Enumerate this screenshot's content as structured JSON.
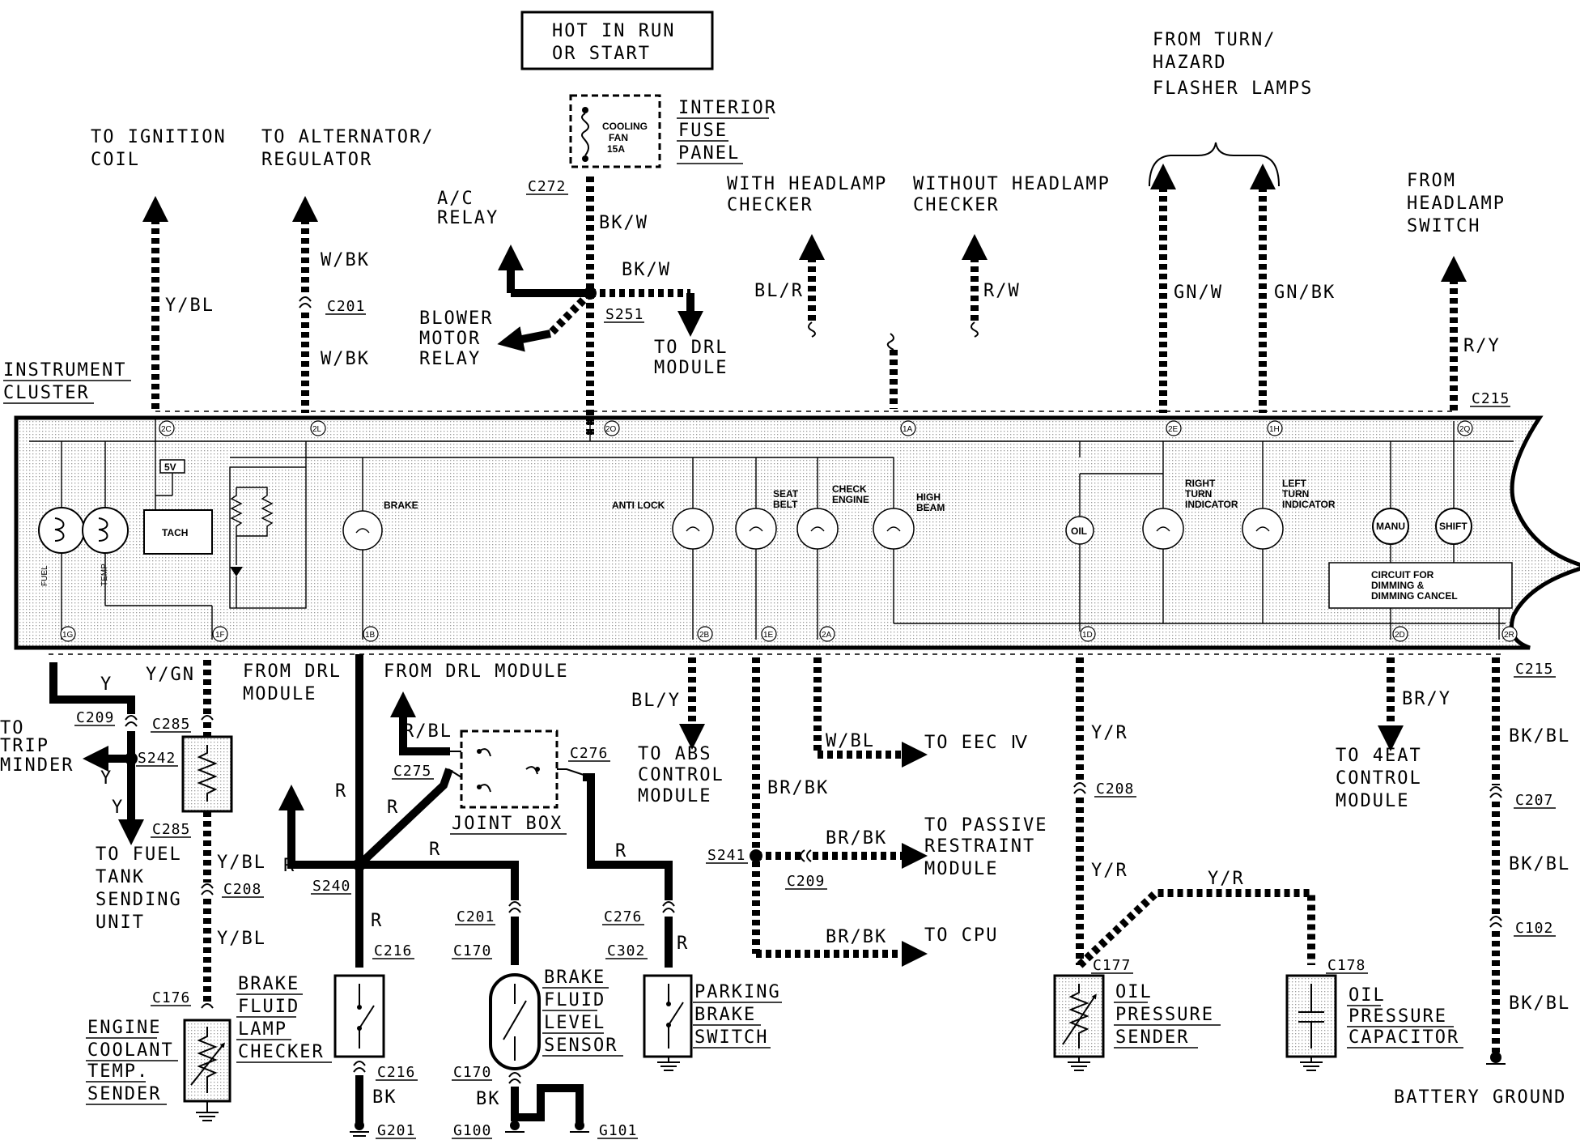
{
  "boxes": {
    "hot_line1": "HOT IN RUN",
    "hot_line2": "OR START",
    "fuse_panel": [
      "INTERIOR",
      "FUSE",
      "PANEL"
    ],
    "fuse_label": [
      "COOLING",
      "FAN",
      "15A"
    ]
  },
  "destinations": {
    "ignition": [
      "TO IGNITION",
      "COIL"
    ],
    "alternator": [
      "TO ALTERNATOR/",
      "REGULATOR"
    ],
    "ac_relay": [
      "A/C",
      "RELAY"
    ],
    "blower": [
      "BLOWER",
      "MOTOR",
      "RELAY"
    ],
    "drl_module": [
      "TO DRL",
      "MODULE"
    ],
    "with_checker": [
      "WITH HEADLAMP",
      "CHECKER"
    ],
    "without_checker": [
      "WITHOUT HEADLAMP",
      "CHECKER"
    ],
    "turn_hazard": [
      "FROM TURN/",
      "HAZARD",
      "FLASHER LAMPS"
    ],
    "headlamp_switch": [
      "FROM",
      "HEADLAMP",
      "SWITCH"
    ],
    "instrument_cluster": [
      "INSTRUMENT",
      "CLUSTER"
    ],
    "trip_minder": [
      "TO",
      "TRIP",
      "MINDER"
    ],
    "fuel_tank": [
      "TO FUEL",
      "TANK",
      "SENDING",
      "UNIT"
    ],
    "from_drl_1": [
      "FROM DRL",
      "MODULE"
    ],
    "from_drl_2": "FROM DRL MODULE",
    "abs": [
      "TO ABS",
      "CONTROL",
      "MODULE"
    ],
    "eec": "TO EEC Ⅳ",
    "passive": [
      "TO PASSIVE",
      "RESTRAINT",
      "MODULE"
    ],
    "cpu": "TO CPU",
    "four_eat": [
      "TO 4EAT",
      "CONTROL",
      "MODULE"
    ],
    "battery_ground": "BATTERY GROUND"
  },
  "components": {
    "joint_box": "JOINT BOX",
    "brake_fluid_checker": [
      "BRAKE",
      "FLUID",
      "LAMP",
      "CHECKER"
    ],
    "engine_coolant": [
      "ENGINE",
      "COOLANT",
      "TEMP.",
      "SENDER"
    ],
    "brake_fluid_sensor": [
      "BRAKE",
      "FLUID",
      "LEVEL",
      "SENSOR"
    ],
    "parking_brake": [
      "PARKING",
      "BRAKE",
      "SWITCH"
    ],
    "oil_sender": [
      "OIL",
      "PRESSURE",
      "SENDER"
    ],
    "oil_capacitor": [
      "OIL",
      "PRESSURE",
      "CAPACITOR"
    ]
  },
  "cluster_labels": {
    "fuel": "FUEL",
    "temp": "TEMP",
    "fivev": "5V",
    "tach": "TACH",
    "brake": "BRAKE",
    "anti_lock": "ANTI LOCK",
    "seat_belt": [
      "SEAT",
      "BELT"
    ],
    "check_engine": [
      "CHECK",
      "ENGINE"
    ],
    "high_beam": [
      "HIGH",
      "BEAM"
    ],
    "oil": "OIL",
    "right_turn": [
      "RIGHT",
      "TURN",
      "INDICATOR"
    ],
    "left_turn": [
      "LEFT",
      "TURN",
      "INDICATOR"
    ],
    "manu": "MANU",
    "shift": "SHIFT",
    "dimming": [
      "CIRCUIT FOR",
      "DIMMING &",
      "DIMMING CANCEL"
    ]
  },
  "pins_top": [
    "2C",
    "2L",
    "2O",
    "1A",
    "2E",
    "1H",
    "2Q"
  ],
  "pins_bottom": [
    "1G",
    "1F",
    "1B",
    "2B",
    "1E",
    "2A",
    "1D",
    "2D",
    "2R"
  ],
  "wire_colors": {
    "y_bl": "Y/BL",
    "w_bk": "W/BK",
    "bk_w": "BK/W",
    "bl_r": "BL/R",
    "r_w": "R/W",
    "gn_w": "GN/W",
    "gn_bk": "GN/BK",
    "r_y": "R/Y",
    "y": "Y",
    "y_gn": "Y/GN",
    "r": "R",
    "r_bl": "R/BL",
    "bl_y": "BL/Y",
    "w_bl": "W/BL",
    "br_bk": "BR/BK",
    "y_r": "Y/R",
    "br_y": "BR/Y",
    "bk_bl": "BK/BL",
    "bk": "BK"
  },
  "connectors": {
    "c201": "C201",
    "c272": "C272",
    "s251": "S251",
    "c215": "C215",
    "c209": "C209",
    "c285": "C285",
    "s242": "S242",
    "c208": "C208",
    "c176": "C176",
    "c275": "C275",
    "c276": "C276",
    "s240": "S240",
    "c216": "C216",
    "c170": "C170",
    "c302": "C302",
    "s241": "S241",
    "c177": "C177",
    "c178": "C178",
    "c207": "C207",
    "c102": "C102",
    "g201": "G201",
    "g100": "G100",
    "g101": "G101"
  }
}
